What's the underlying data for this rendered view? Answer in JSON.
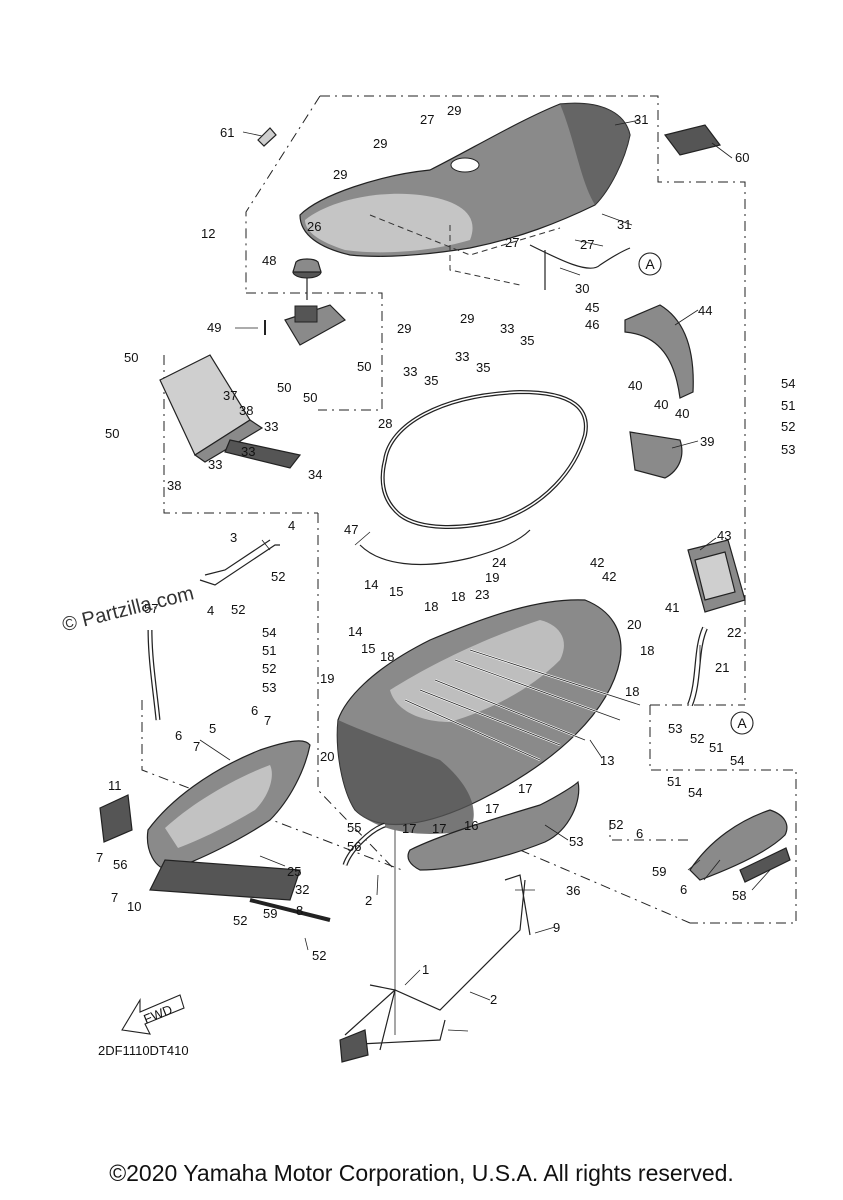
{
  "watermark": "© Partzilla.com",
  "diagram_code": "2DF1110DT410",
  "fwd_label": "FWD",
  "copyright": "©2020 Yamaha Motor Corporation, U.S.A. All rights reserved.",
  "callout_letter": "A",
  "callouts": [
    {
      "id": "c61",
      "text": "61"
    },
    {
      "id": "c27a",
      "text": "27"
    },
    {
      "id": "c29a",
      "text": "29"
    },
    {
      "id": "c31a",
      "text": "31"
    },
    {
      "id": "c60",
      "text": "60"
    },
    {
      "id": "c29b",
      "text": "29"
    },
    {
      "id": "c29c",
      "text": "29"
    },
    {
      "id": "c12",
      "text": "12"
    },
    {
      "id": "c26",
      "text": "26"
    },
    {
      "id": "c31b",
      "text": "31"
    },
    {
      "id": "c27b",
      "text": "27"
    },
    {
      "id": "c27c",
      "text": "27"
    },
    {
      "id": "c48",
      "text": "48"
    },
    {
      "id": "c30",
      "text": "30"
    },
    {
      "id": "c49",
      "text": "49"
    },
    {
      "id": "c29d",
      "text": "29"
    },
    {
      "id": "c29e",
      "text": "29"
    },
    {
      "id": "c45",
      "text": "45"
    },
    {
      "id": "c46",
      "text": "46"
    },
    {
      "id": "c44",
      "text": "44"
    },
    {
      "id": "c33a",
      "text": "33"
    },
    {
      "id": "c35a",
      "text": "35"
    },
    {
      "id": "c50a",
      "text": "50"
    },
    {
      "id": "c33b",
      "text": "33"
    },
    {
      "id": "c35b",
      "text": "35"
    },
    {
      "id": "c33c",
      "text": "33"
    },
    {
      "id": "c35c",
      "text": "35"
    },
    {
      "id": "c50b",
      "text": "50"
    },
    {
      "id": "c50c",
      "text": "50"
    },
    {
      "id": "c50d",
      "text": "50"
    },
    {
      "id": "c54a",
      "text": "54"
    },
    {
      "id": "c40a",
      "text": "40"
    },
    {
      "id": "c40b",
      "text": "40"
    },
    {
      "id": "c40c",
      "text": "40"
    },
    {
      "id": "c51a",
      "text": "51"
    },
    {
      "id": "c37",
      "text": "37"
    },
    {
      "id": "c38a",
      "text": "38"
    },
    {
      "id": "c28",
      "text": "28"
    },
    {
      "id": "c52a",
      "text": "52"
    },
    {
      "id": "c50e",
      "text": "50"
    },
    {
      "id": "c33d",
      "text": "33"
    },
    {
      "id": "c39",
      "text": "39"
    },
    {
      "id": "c53a",
      "text": "53"
    },
    {
      "id": "c33e",
      "text": "33"
    },
    {
      "id": "c33f",
      "text": "33"
    },
    {
      "id": "c34",
      "text": "34"
    },
    {
      "id": "c38b",
      "text": "38"
    },
    {
      "id": "c4a",
      "text": "4"
    },
    {
      "id": "c47",
      "text": "47"
    },
    {
      "id": "c3",
      "text": "3"
    },
    {
      "id": "c43",
      "text": "43"
    },
    {
      "id": "c24",
      "text": "24"
    },
    {
      "id": "c42a",
      "text": "42"
    },
    {
      "id": "c52b",
      "text": "52"
    },
    {
      "id": "c19a",
      "text": "19"
    },
    {
      "id": "c42b",
      "text": "42"
    },
    {
      "id": "c4b",
      "text": "4"
    },
    {
      "id": "c52c",
      "text": "52"
    },
    {
      "id": "c14a",
      "text": "14"
    },
    {
      "id": "c15a",
      "text": "15"
    },
    {
      "id": "c18a",
      "text": "18"
    },
    {
      "id": "c18b",
      "text": "18"
    },
    {
      "id": "c23",
      "text": "23"
    },
    {
      "id": "c41",
      "text": "41"
    },
    {
      "id": "c57",
      "text": "57"
    },
    {
      "id": "c20a",
      "text": "20"
    },
    {
      "id": "c22",
      "text": "22"
    },
    {
      "id": "c14b",
      "text": "14"
    },
    {
      "id": "c54b",
      "text": "54"
    },
    {
      "id": "c15b",
      "text": "15"
    },
    {
      "id": "c18c",
      "text": "18"
    },
    {
      "id": "c51b",
      "text": "51"
    },
    {
      "id": "c18d",
      "text": "18"
    },
    {
      "id": "c21",
      "text": "21"
    },
    {
      "id": "c52d",
      "text": "52"
    },
    {
      "id": "c19b",
      "text": "19"
    },
    {
      "id": "c53b",
      "text": "53"
    },
    {
      "id": "c18e",
      "text": "18"
    },
    {
      "id": "c6a",
      "text": "6"
    },
    {
      "id": "c7a",
      "text": "7"
    },
    {
      "id": "c5",
      "text": "5"
    },
    {
      "id": "c6b",
      "text": "6"
    },
    {
      "id": "c7b",
      "text": "7"
    },
    {
      "id": "c20b",
      "text": "20"
    },
    {
      "id": "c13",
      "text": "13"
    },
    {
      "id": "c53c",
      "text": "53"
    },
    {
      "id": "c52e",
      "text": "52"
    },
    {
      "id": "c51c",
      "text": "51"
    },
    {
      "id": "c54c",
      "text": "54"
    },
    {
      "id": "c11",
      "text": "11"
    },
    {
      "id": "c17a",
      "text": "17"
    },
    {
      "id": "c51d",
      "text": "51"
    },
    {
      "id": "c54d",
      "text": "54"
    },
    {
      "id": "c17b",
      "text": "17"
    },
    {
      "id": "c55",
      "text": "55"
    },
    {
      "id": "c17c",
      "text": "17"
    },
    {
      "id": "c17d",
      "text": "17"
    },
    {
      "id": "c16",
      "text": "16"
    },
    {
      "id": "c53d",
      "text": "53"
    },
    {
      "id": "c52f",
      "text": "52"
    },
    {
      "id": "c6c",
      "text": "6"
    },
    {
      "id": "c7c",
      "text": "7"
    },
    {
      "id": "c56a",
      "text": "56"
    },
    {
      "id": "c56b",
      "text": "56"
    },
    {
      "id": "c25",
      "text": "25"
    },
    {
      "id": "c59a",
      "text": "59"
    },
    {
      "id": "c32",
      "text": "32"
    },
    {
      "id": "c6d",
      "text": "6"
    },
    {
      "id": "c7d",
      "text": "7"
    },
    {
      "id": "c10",
      "text": "10"
    },
    {
      "id": "c2a",
      "text": "2"
    },
    {
      "id": "c36",
      "text": "36"
    },
    {
      "id": "c58",
      "text": "58"
    },
    {
      "id": "c59b",
      "text": "59"
    },
    {
      "id": "c8",
      "text": "8"
    },
    {
      "id": "c52g",
      "text": "52"
    },
    {
      "id": "c9",
      "text": "9"
    },
    {
      "id": "c52h",
      "text": "52"
    },
    {
      "id": "c1",
      "text": "1"
    },
    {
      "id": "c2b",
      "text": "2"
    }
  ]
}
